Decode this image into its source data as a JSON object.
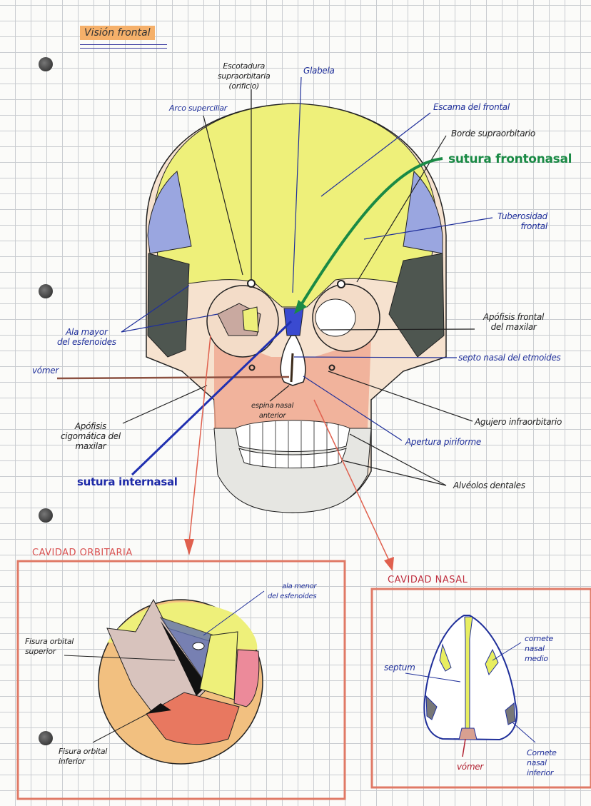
{
  "title": "Visión frontal",
  "skull_labels": {
    "escotadura": "Escotadura\nsupraorbitaria\n(orificio)",
    "glabela": "Glabela",
    "arco_superciliar": "Arco superciliar",
    "escama_frontal": "Escama del frontal",
    "borde_supraorbitario": "Borde supraorbitario",
    "sutura_frontonasal": "sutura frontonasal",
    "tuberosidad_frontal": "Tuberosidad\nfrontal",
    "ala_mayor": "Ala mayor\ndel esfenoides",
    "vomer": "vómer",
    "apofisis_frontal": "Apófisis frontal\ndel maxilar",
    "septo_nasal": "septo nasal del etmoides",
    "espina_nasal": "espina nasal\nanterior",
    "agujero_infraorbitario": "Agujero infraorbitario",
    "apofisis_cigomatica": "Apófisis\ncigomática del\nmaxilar",
    "apertura_piriforme": "Apertura piriforme",
    "sutura_internasal": "sutura internasal",
    "alveolos_dentales": "Alvéolos dentales"
  },
  "orbital_cavity": {
    "heading": "CAVIDAD ORBITARIA",
    "ala_menor": "ala menor\ndel esfenoides",
    "fisura_superior": "Fisura orbital\nsuperior",
    "fisura_inferior": "Fisura orbital\ninferior"
  },
  "nasal_cavity": {
    "heading": "CAVIDAD NASAL",
    "septum": "septum",
    "cornete_medio": "cornete\nnasal\nmedio",
    "vomer": "vómer",
    "cornete_inferior": "Cornete\nnasal\ninferior"
  },
  "colors": {
    "frontal": "#eef07a",
    "parietal_blue": "#9aa6e0",
    "sphenoid_dark": "#4e5650",
    "maxilla": "#f0a88e",
    "zygomatic": "#f5d2b0",
    "red_ink": "#e0604e"
  }
}
